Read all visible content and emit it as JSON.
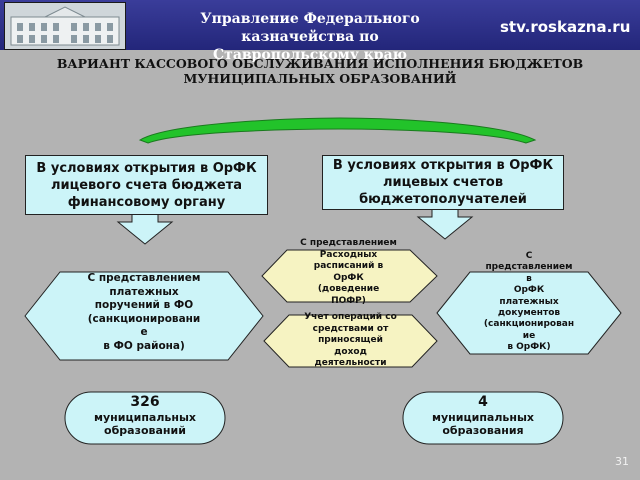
{
  "header": {
    "title_line1": "Управление Федерального казначейства по",
    "title_line2": "Ставропольскому краю",
    "url": "stv.roskazna.ru"
  },
  "slide_title": {
    "line1": "ВАРИАНТ КАССОВОГО ОБСЛУЖИВАНИЯ ИСПОЛНЕНИЯ БЮДЖЕТОВ",
    "line2": "МУНИЦИПАЛЬНЫХ ОБРАЗОВАНИЙ"
  },
  "left_box": {
    "line1": "В условиях открытия в ОрФК",
    "line2": "лицевого счета бюджета",
    "line3": "финансовому органу"
  },
  "right_box": {
    "line1": "В условиях открытия в ОрФК",
    "line2": "лицевых счетов",
    "line3": "бюджетополучателей"
  },
  "hex_left": {
    "lines": [
      "С представлением",
      "платежных",
      "поручений в ФО",
      "(санкционировани",
      "е",
      "в ФО района)"
    ]
  },
  "hex_mid_top": {
    "lines": [
      "С представлением",
      "Расходных",
      "расписаний в",
      "ОрФК",
      "(доведение",
      "ПОФР)"
    ]
  },
  "hex_mid_bottom": {
    "lines": [
      "Учет операций со",
      "средствами от",
      "приносящей",
      "доход",
      "деятельности"
    ]
  },
  "hex_right": {
    "lines": [
      "С",
      "представлением",
      "в",
      "ОрФК",
      "платежных",
      "документов",
      "(санкционирован",
      "ие",
      "в ОрФК)"
    ]
  },
  "count_left": {
    "number": "326",
    "line1": "муниципальных",
    "line2": "образований"
  },
  "count_right": {
    "number": "4",
    "line1": "муниципальных",
    "line2": "образования"
  },
  "page_number": "31",
  "colors": {
    "header_bg": "#2c2f8a",
    "box_fill": "#ccf4f8",
    "arc_green": "#22c32a",
    "background": "#b3b3b3",
    "hex_fill": "#ccf4f8",
    "hex_mid_fill": "#f6f3c2"
  }
}
